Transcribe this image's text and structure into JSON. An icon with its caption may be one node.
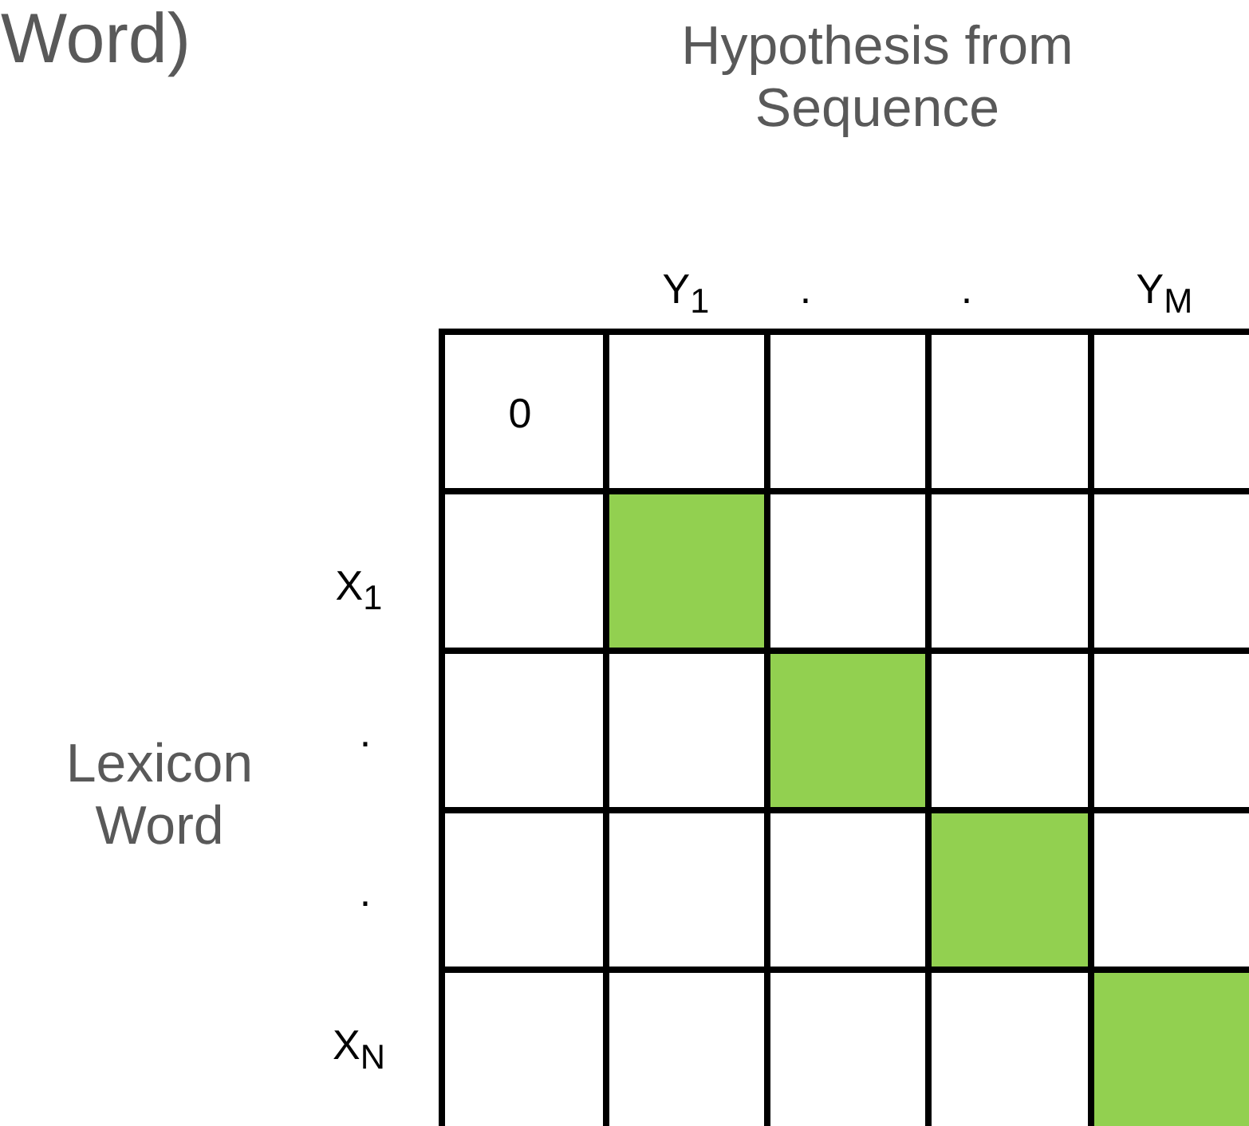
{
  "diagram": {
    "labels": [
      "Word)",
      "Hypothesis from Sequence",
      "Y$_{1}$",
      ".",
      ".",
      "Y$_{M}$",
      "0",
      "X$_{1}$",
      ".",
      "Lexicon Word",
      ".",
      "X$_{N}$"
    ]
  }
}
